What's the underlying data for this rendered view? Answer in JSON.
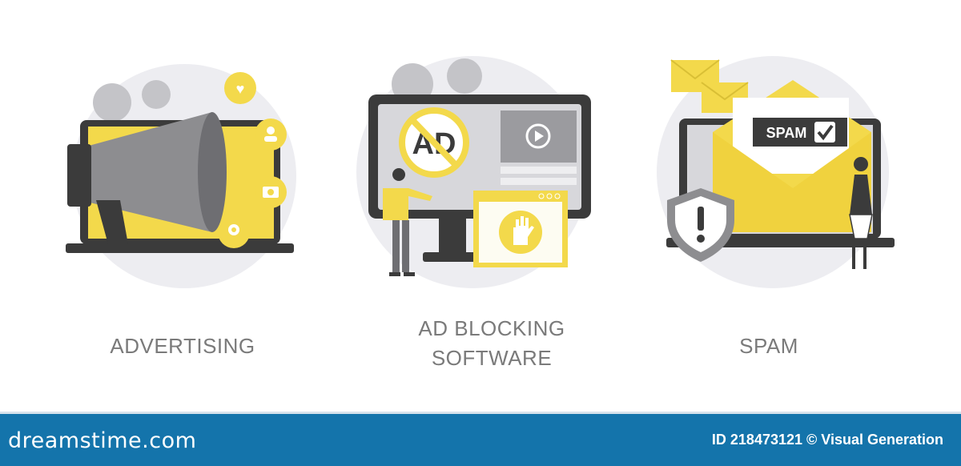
{
  "panels": [
    {
      "title": "ADVERTISING"
    },
    {
      "title_line1": "AD BLOCKING",
      "title_line2": "SOFTWARE",
      "badge": "AD"
    },
    {
      "title": "SPAM",
      "badge": "SPAM"
    }
  ],
  "banner": {
    "logo": "dreamstime.com",
    "credit": "ID 218473121 © Visual Generation"
  },
  "colors": {
    "yellow": "#f3d94b",
    "dark": "#3b3b3b",
    "gray": "#a9a9ad",
    "circle": "#ececf0",
    "banner": "#1474ab"
  }
}
